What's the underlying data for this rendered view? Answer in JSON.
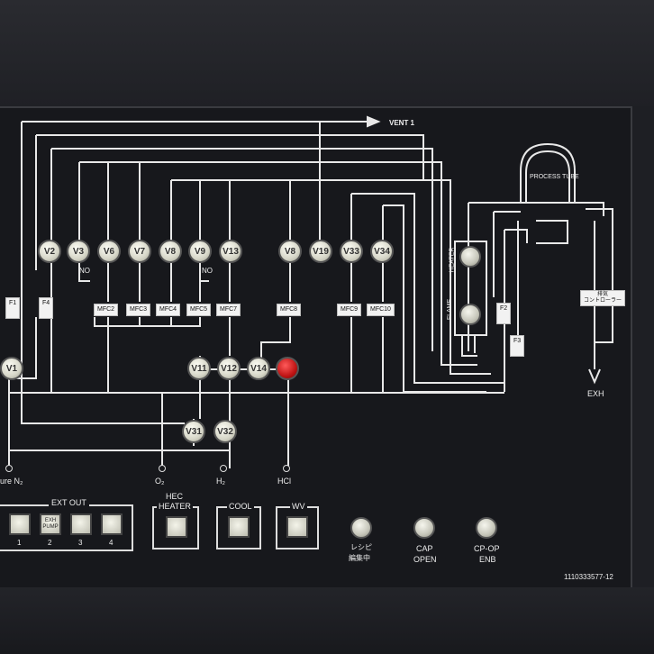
{
  "vent_label": "VENT 1",
  "process_tube_label": "PROCESS TUBE",
  "valves": {
    "v1": "V1",
    "v2": "V2",
    "v3": "V3",
    "v6": "V6",
    "v7": "V7",
    "v8": "V8",
    "v9": "V9",
    "v13": "V13",
    "v18": "V8",
    "v19": "V19",
    "v33": "V33",
    "v34": "V34",
    "v11": "V11",
    "v12": "V12",
    "v14": "V14",
    "v31": "V31",
    "v32": "V32"
  },
  "no_labels": {
    "a": "NO",
    "b": "NO"
  },
  "mfc": {
    "mfc2": "MFC2",
    "mfc3": "MFC3",
    "mfc4": "MFC4",
    "mfc5": "MFC5",
    "mfc7": "MFC7",
    "mfc8": "MFC8",
    "mfc9": "MFC9",
    "mfc10": "MFC10"
  },
  "filters": {
    "f1": "F1",
    "f2": "F2",
    "f3": "F3",
    "f4": "F4"
  },
  "heater_label": "HEATER",
  "flame_label": "FLAME",
  "exhaust_controller": "排気\nコントローラー",
  "exh_label": "EXH",
  "gas_labels": {
    "n2": "ure N₂",
    "o2": "O₂",
    "h2": "H₂",
    "hcl": "HCl"
  },
  "ext_out": {
    "title": "EXT OUT",
    "buttons": [
      "",
      "EXH PUMP",
      "",
      ""
    ],
    "numbers": [
      "1",
      "2",
      "3",
      "4"
    ]
  },
  "hec": {
    "title": "HEC",
    "heater": "HEATER"
  },
  "cool": "COOL",
  "wv": "WV",
  "recipe_btn": {
    "line1": "レシピ",
    "line2": "編集中"
  },
  "cap_btn": {
    "line1": "CAP",
    "line2": "OPEN"
  },
  "cpop_btn": {
    "line1": "CP-OP",
    "line2": "ENB"
  },
  "serial": "1110333577-12",
  "colors": {
    "line": "#e8e8e8",
    "panel": "#17181c",
    "red_valve": "#c01515"
  }
}
